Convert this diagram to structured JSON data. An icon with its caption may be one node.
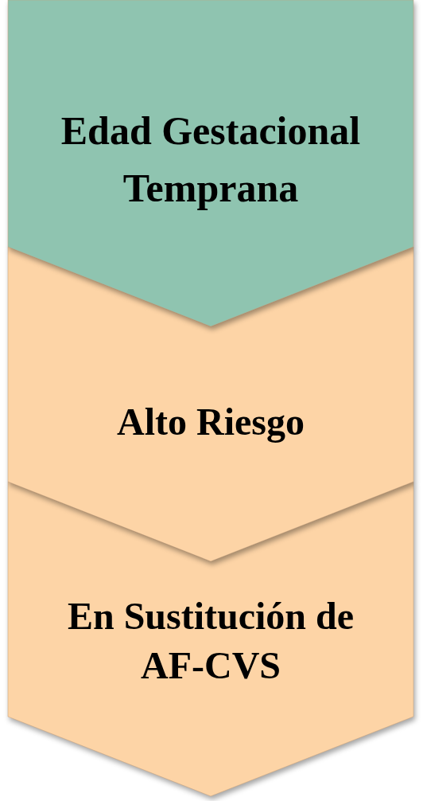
{
  "diagram": {
    "nodes": [
      {
        "text": [
          "Edad Gestacional Temprana"
        ]
      },
      {
        "text": [
          "Alto Riesgo"
        ]
      },
      {
        "text": [
          "En Sustitución de AF-CVS"
        ]
      }
    ]
  }
}
